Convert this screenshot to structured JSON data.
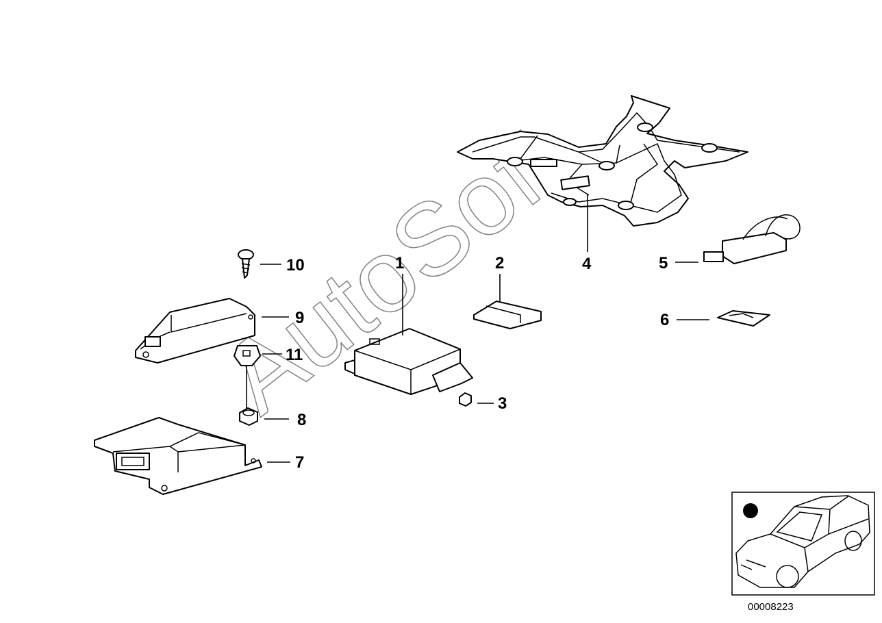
{
  "diagram": {
    "watermark": "AutoSoft",
    "reference_number": "00008223",
    "callouts": [
      "1",
      "2",
      "3",
      "4",
      "5",
      "6",
      "7",
      "8",
      "9",
      "10",
      "11"
    ]
  }
}
